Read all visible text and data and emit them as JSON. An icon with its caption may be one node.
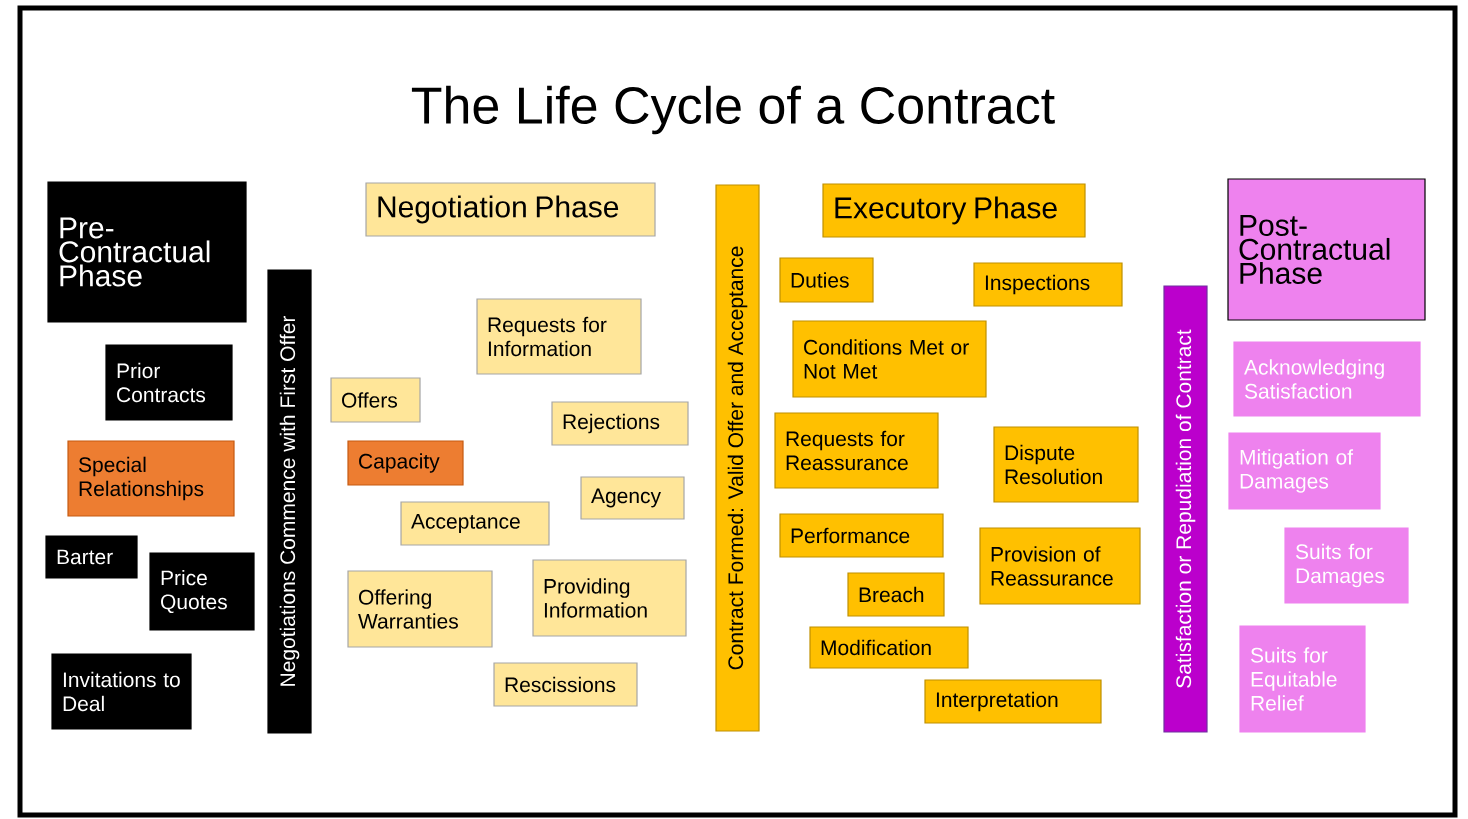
{
  "diagram": {
    "title": "The Life Cycle of a Contract",
    "nodes": [
      {
        "text": [
          "Pre-Contractual Phase"
        ]
      },
      {
        "text": [
          "Prior Contracts"
        ]
      },
      {
        "text": [
          "Special Relationships"
        ]
      },
      {
        "text": [
          "Barter"
        ]
      },
      {
        "text": [
          "Price Quotes"
        ]
      },
      {
        "text": [
          "Invitations to Deal"
        ]
      },
      {
        "text": [
          "Negotiations Commence with First Offer"
        ]
      },
      {
        "text": [
          "Negotiation Phase"
        ]
      },
      {
        "text": [
          "Requests for Information"
        ]
      },
      {
        "text": [
          "Offers"
        ]
      },
      {
        "text": [
          "Rejections"
        ]
      },
      {
        "text": [
          "Capacity"
        ]
      },
      {
        "text": [
          "Agency"
        ]
      },
      {
        "text": [
          "Acceptance"
        ]
      },
      {
        "text": [
          "Offering Warranties"
        ]
      },
      {
        "text": [
          "Providing Information"
        ]
      },
      {
        "text": [
          "Rescissions"
        ]
      },
      {
        "text": [
          "Contract Formed: Valid Offer and Acceptance"
        ]
      },
      {
        "text": [
          "Executory Phase"
        ]
      },
      {
        "text": [
          "Duties"
        ]
      },
      {
        "text": [
          "Inspections"
        ]
      },
      {
        "text": [
          "Conditions Met or Not Met"
        ]
      },
      {
        "text": [
          "Requests for Reassurance"
        ]
      },
      {
        "text": [
          "Dispute Resolution"
        ]
      },
      {
        "text": [
          "Performance"
        ]
      },
      {
        "text": [
          "Provision of Reassurance"
        ]
      },
      {
        "text": [
          "Breach"
        ]
      },
      {
        "text": [
          "Modification"
        ]
      },
      {
        "text": [
          "Interpretation"
        ]
      },
      {
        "text": [
          "Satisfaction or Repudiation of Contract"
        ]
      },
      {
        "text": [
          "Post-Contractual Phase"
        ]
      },
      {
        "text": [
          "Acknowledging Satisfaction"
        ]
      },
      {
        "text": [
          "Mitigation of Damages"
        ]
      },
      {
        "text": [
          "Suits for Damages"
        ]
      },
      {
        "text": [
          "Suits for Equitable Relief"
        ]
      }
    ]
  }
}
